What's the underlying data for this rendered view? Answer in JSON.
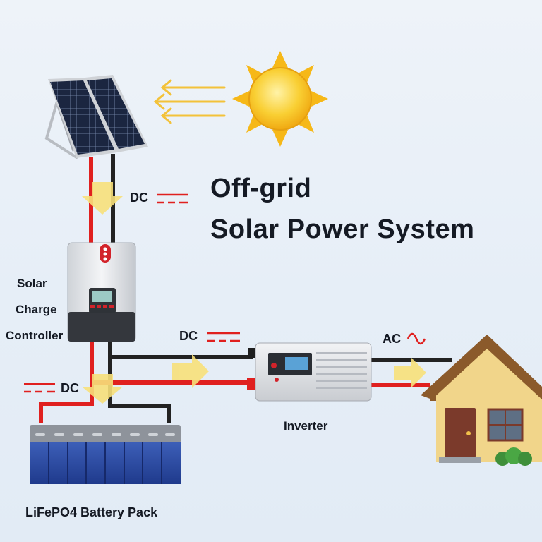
{
  "title": {
    "line1": "Off-grid",
    "line2": "Solar Power System"
  },
  "components": {
    "controller": {
      "line1": "Solar",
      "line2": "Charge",
      "line3": "Controller"
    },
    "inverter": {
      "label": "Inverter"
    },
    "battery": {
      "label": "LiFePO4 Battery Pack"
    }
  },
  "current_labels": {
    "panel_to_controller": "DC",
    "controller_to_inverter": "DC",
    "controller_to_battery": "DC",
    "inverter_to_house": "AC"
  },
  "symbols": {
    "dc": "dc-symbol",
    "ac": "ac-sine-symbol"
  },
  "colors": {
    "positive_wire": "#e0201f",
    "negative_wire": "#1e1e1e",
    "flow_arrow": "#f7e07a",
    "sun": "#f6b818"
  }
}
